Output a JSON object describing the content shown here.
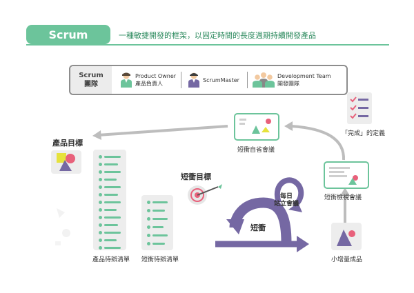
{
  "header": {
    "title": "Scrum",
    "tagline": "一種敏捷開發的框架，以固定時間的長度週期持續開發產品"
  },
  "team": {
    "label_line1": "Scrum",
    "label_line2": "團隊",
    "roles": [
      {
        "name": "Product Owner",
        "subtitle": "產品負責人",
        "icon": "product-owner-icon"
      },
      {
        "name": "ScrumMaster",
        "subtitle": "",
        "icon": "scrum-master-icon"
      },
      {
        "name": "Development Team",
        "subtitle": "開發團隊",
        "icon": "dev-team-icon"
      }
    ]
  },
  "nodes": {
    "product_goal": "產品目標",
    "product_backlog": "產品待辦清單",
    "sprint_backlog": "短衝待辦清單",
    "sprint_goal": "短衝目標",
    "sprint": "短衝",
    "daily_standup_line1": "每日",
    "daily_standup_line2": "站立會議",
    "retrospective": "短衝自省會議",
    "review": "短衝檢視會議",
    "definition_of_done": "「完成」的定義",
    "increment": "小增量成品"
  },
  "colors": {
    "green": "#6cc49b",
    "purple": "#7568a3",
    "pink": "#e8617b",
    "yellow": "#e6e23c",
    "gray": "#ededed"
  }
}
